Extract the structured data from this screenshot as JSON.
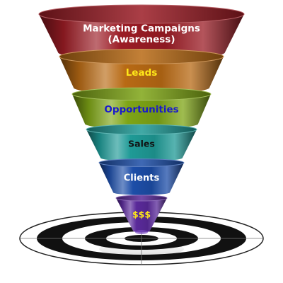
{
  "funnel": {
    "stages": [
      {
        "lines": [
          "Marketing Campaigns",
          "(Awareness)"
        ],
        "color": "#9b1c25",
        "text_color": "#ffffff"
      },
      {
        "lines": [
          "Leads"
        ],
        "color": "#b86a14",
        "text_color": "#ffe81a"
      },
      {
        "lines": [
          "Opportunities"
        ],
        "color": "#7fa516",
        "text_color": "#1a1acc"
      },
      {
        "lines": [
          "Sales"
        ],
        "color": "#1f9a96",
        "text_color": "#111111"
      },
      {
        "lines": [
          "Clients"
        ],
        "color": "#1d4ea8",
        "text_color": "#ffffff"
      },
      {
        "lines": [
          "$$$"
        ],
        "color": "#5a2a9a",
        "text_color": "#ffe81a"
      }
    ]
  },
  "target": {
    "colors": [
      "#111111",
      "#ffffff"
    ]
  }
}
